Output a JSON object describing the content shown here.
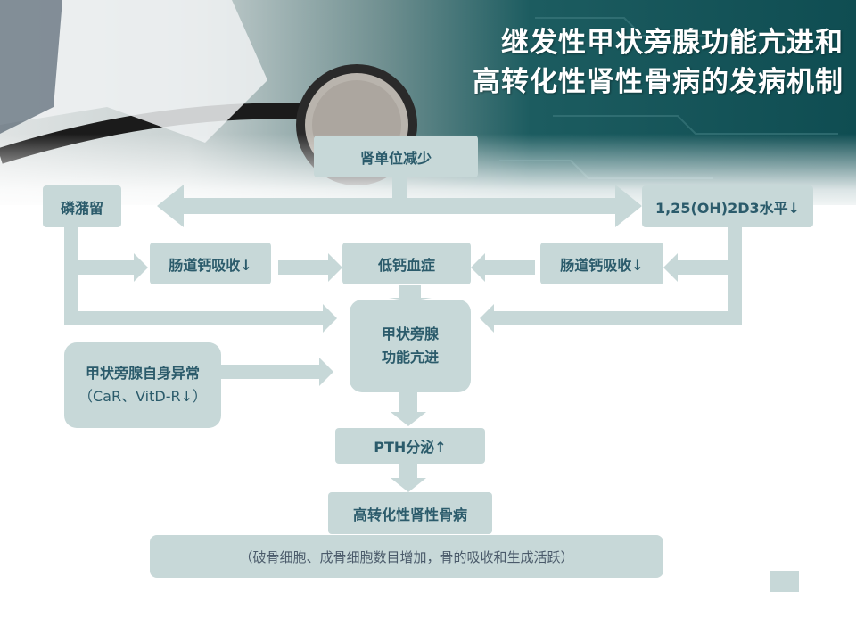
{
  "title": {
    "line1": "继发性甲状旁腺功能亢进和",
    "line2": "高转化性肾性骨病的发病机制"
  },
  "nodes": {
    "renal_decrease": "肾单位减少",
    "phosphate_retention": "磷潴留",
    "vitd_level": "1,25(OH)2D3水平↓",
    "gut_ca_left": "肠道钙吸收↓",
    "hypocalcemia": "低钙血症",
    "gut_ca_right": "肠道钙吸收↓",
    "hyperpara_line1": "甲状旁腺",
    "hyperpara_line2": "功能亢进",
    "self_abn_line1": "甲状旁腺自身异常",
    "self_abn_line2": "（CaR、VitD-R↓）",
    "pth": "PTH分泌↑",
    "bone_disease": "高转化性肾性骨病",
    "bone_note": "（破骨细胞、成骨细胞数目增加，骨的吸收和生成活跃）"
  },
  "colors": {
    "box_fill": "#c7d8d8",
    "box_text": "#2b5b6b",
    "header_dark": "#0f4d52",
    "title_text": "#ffffff"
  }
}
